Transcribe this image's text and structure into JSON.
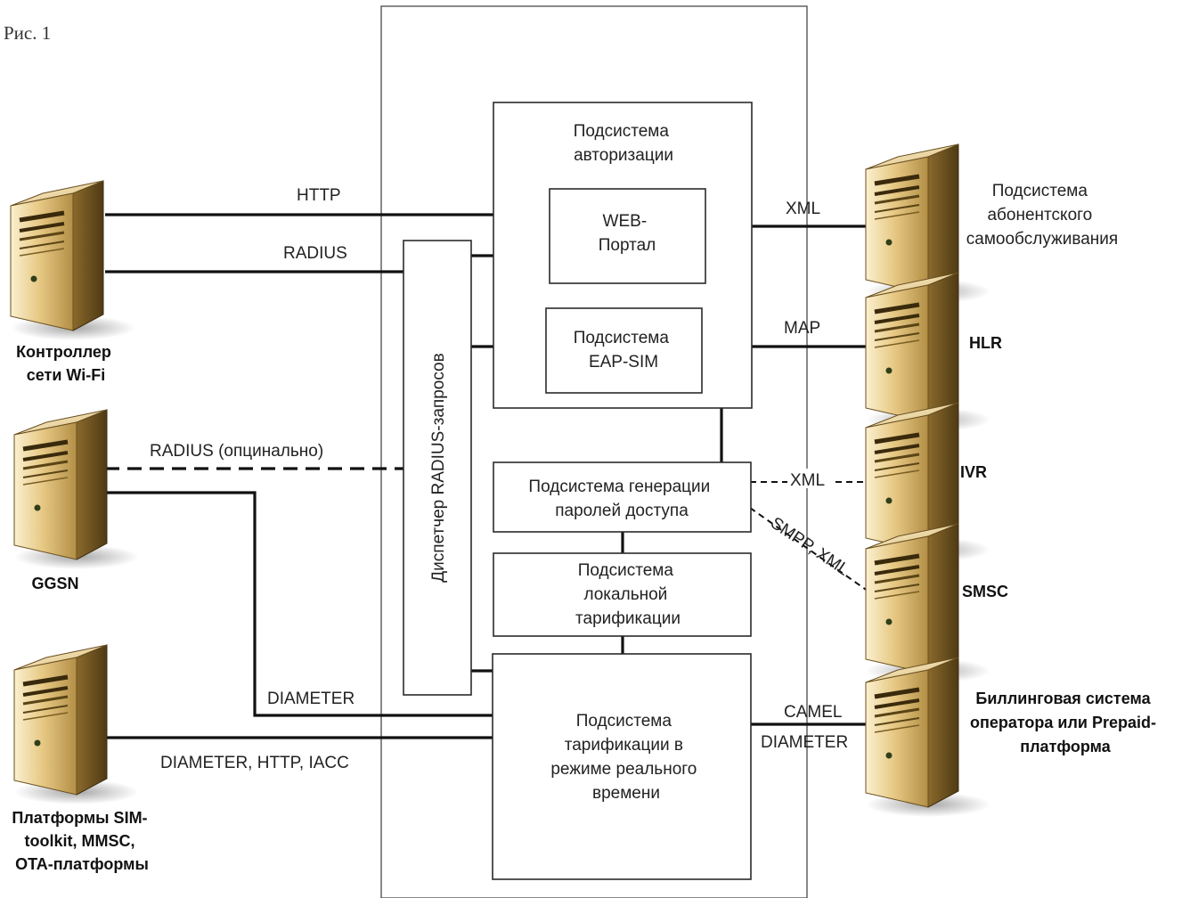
{
  "caption": "Рис. 1",
  "center": {
    "auth_title": [
      "Подсистема",
      "авторизации"
    ],
    "web_portal": [
      "WEB-",
      "Портал"
    ],
    "eap_sim": [
      "Подсистема",
      "EAP-SIM"
    ],
    "radius_dispatcher": "Диспетчер RADIUS-запросов",
    "password_gen": [
      "Подсистема генерации",
      "паролей доступа"
    ],
    "local_billing": [
      "Подсистема",
      "локальной",
      "тарификации"
    ],
    "realtime_billing": [
      "Подсистема",
      "тарификации в",
      "режиме реального",
      "времени"
    ]
  },
  "left_nodes": {
    "wifi": [
      "Контроллер",
      "сети Wi-Fi"
    ],
    "ggsn": [
      "GGSN"
    ],
    "sim": [
      "Платформы SIM-",
      "toolkit, MMSC,",
      "OTA-платформы"
    ]
  },
  "right_nodes": {
    "selfservice": [
      "Подсистема",
      "абонентского",
      "самообслуживания"
    ],
    "hlr": [
      "HLR"
    ],
    "ivr": [
      "IVR"
    ],
    "smsc": [
      "SMSC"
    ],
    "billing": [
      "Биллинговая система",
      "оператора или Prepaid-",
      "платформа"
    ]
  },
  "links": {
    "http": "HTTP",
    "radius": "RADIUS",
    "radius_optional": "RADIUS (опцинально)",
    "diameter": "DIAMETER",
    "diameter_http_iacc": "DIAMETER, HTTP, IACC",
    "xml": "XML",
    "map": "MAP",
    "xml_ivr": "XML",
    "smpp_xml": "SMPP, XML",
    "camel": "CAMEL",
    "diameter_billing": "DIAMETER"
  },
  "colors": {
    "server_light": "#f2dca0",
    "server_mid": "#c9a55a",
    "server_dark": "#6e5221",
    "line": "#111111"
  },
  "icons": [
    "server-icon"
  ]
}
